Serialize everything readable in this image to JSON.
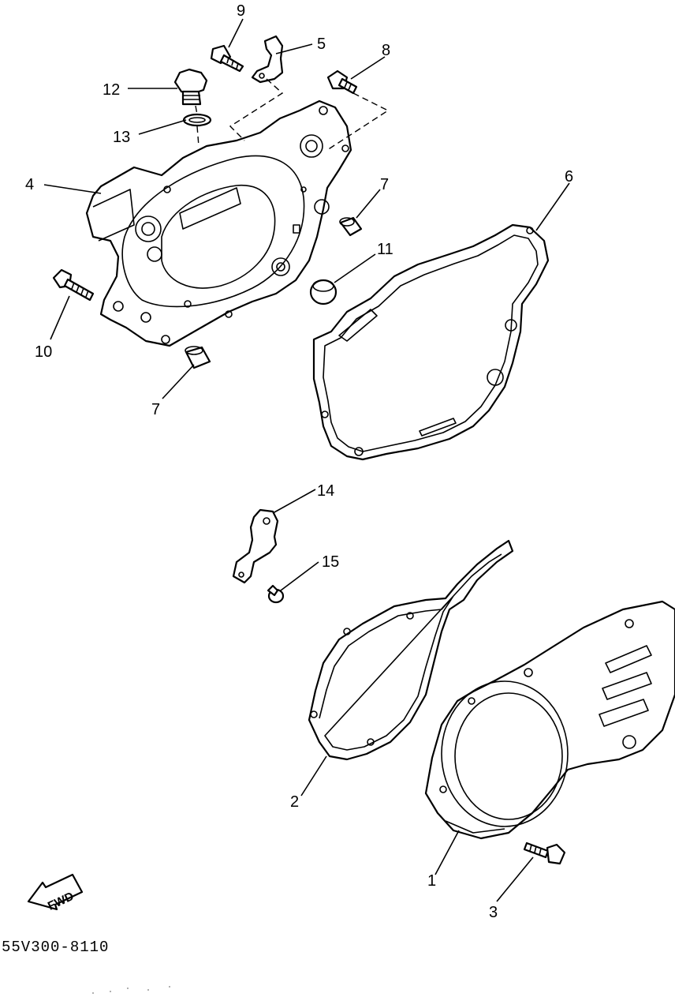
{
  "diagram_code": "55V300-8110",
  "direction_label": "FWD",
  "callouts": {
    "c1": "1",
    "c2": "2",
    "c3": "3",
    "c4": "4",
    "c5": "5",
    "c6": "6",
    "c7a": "7",
    "c7b": "7",
    "c8": "8",
    "c9": "9",
    "c10": "10",
    "c11": "11",
    "c12": "12",
    "c13": "13",
    "c14": "14",
    "c15": "15"
  }
}
